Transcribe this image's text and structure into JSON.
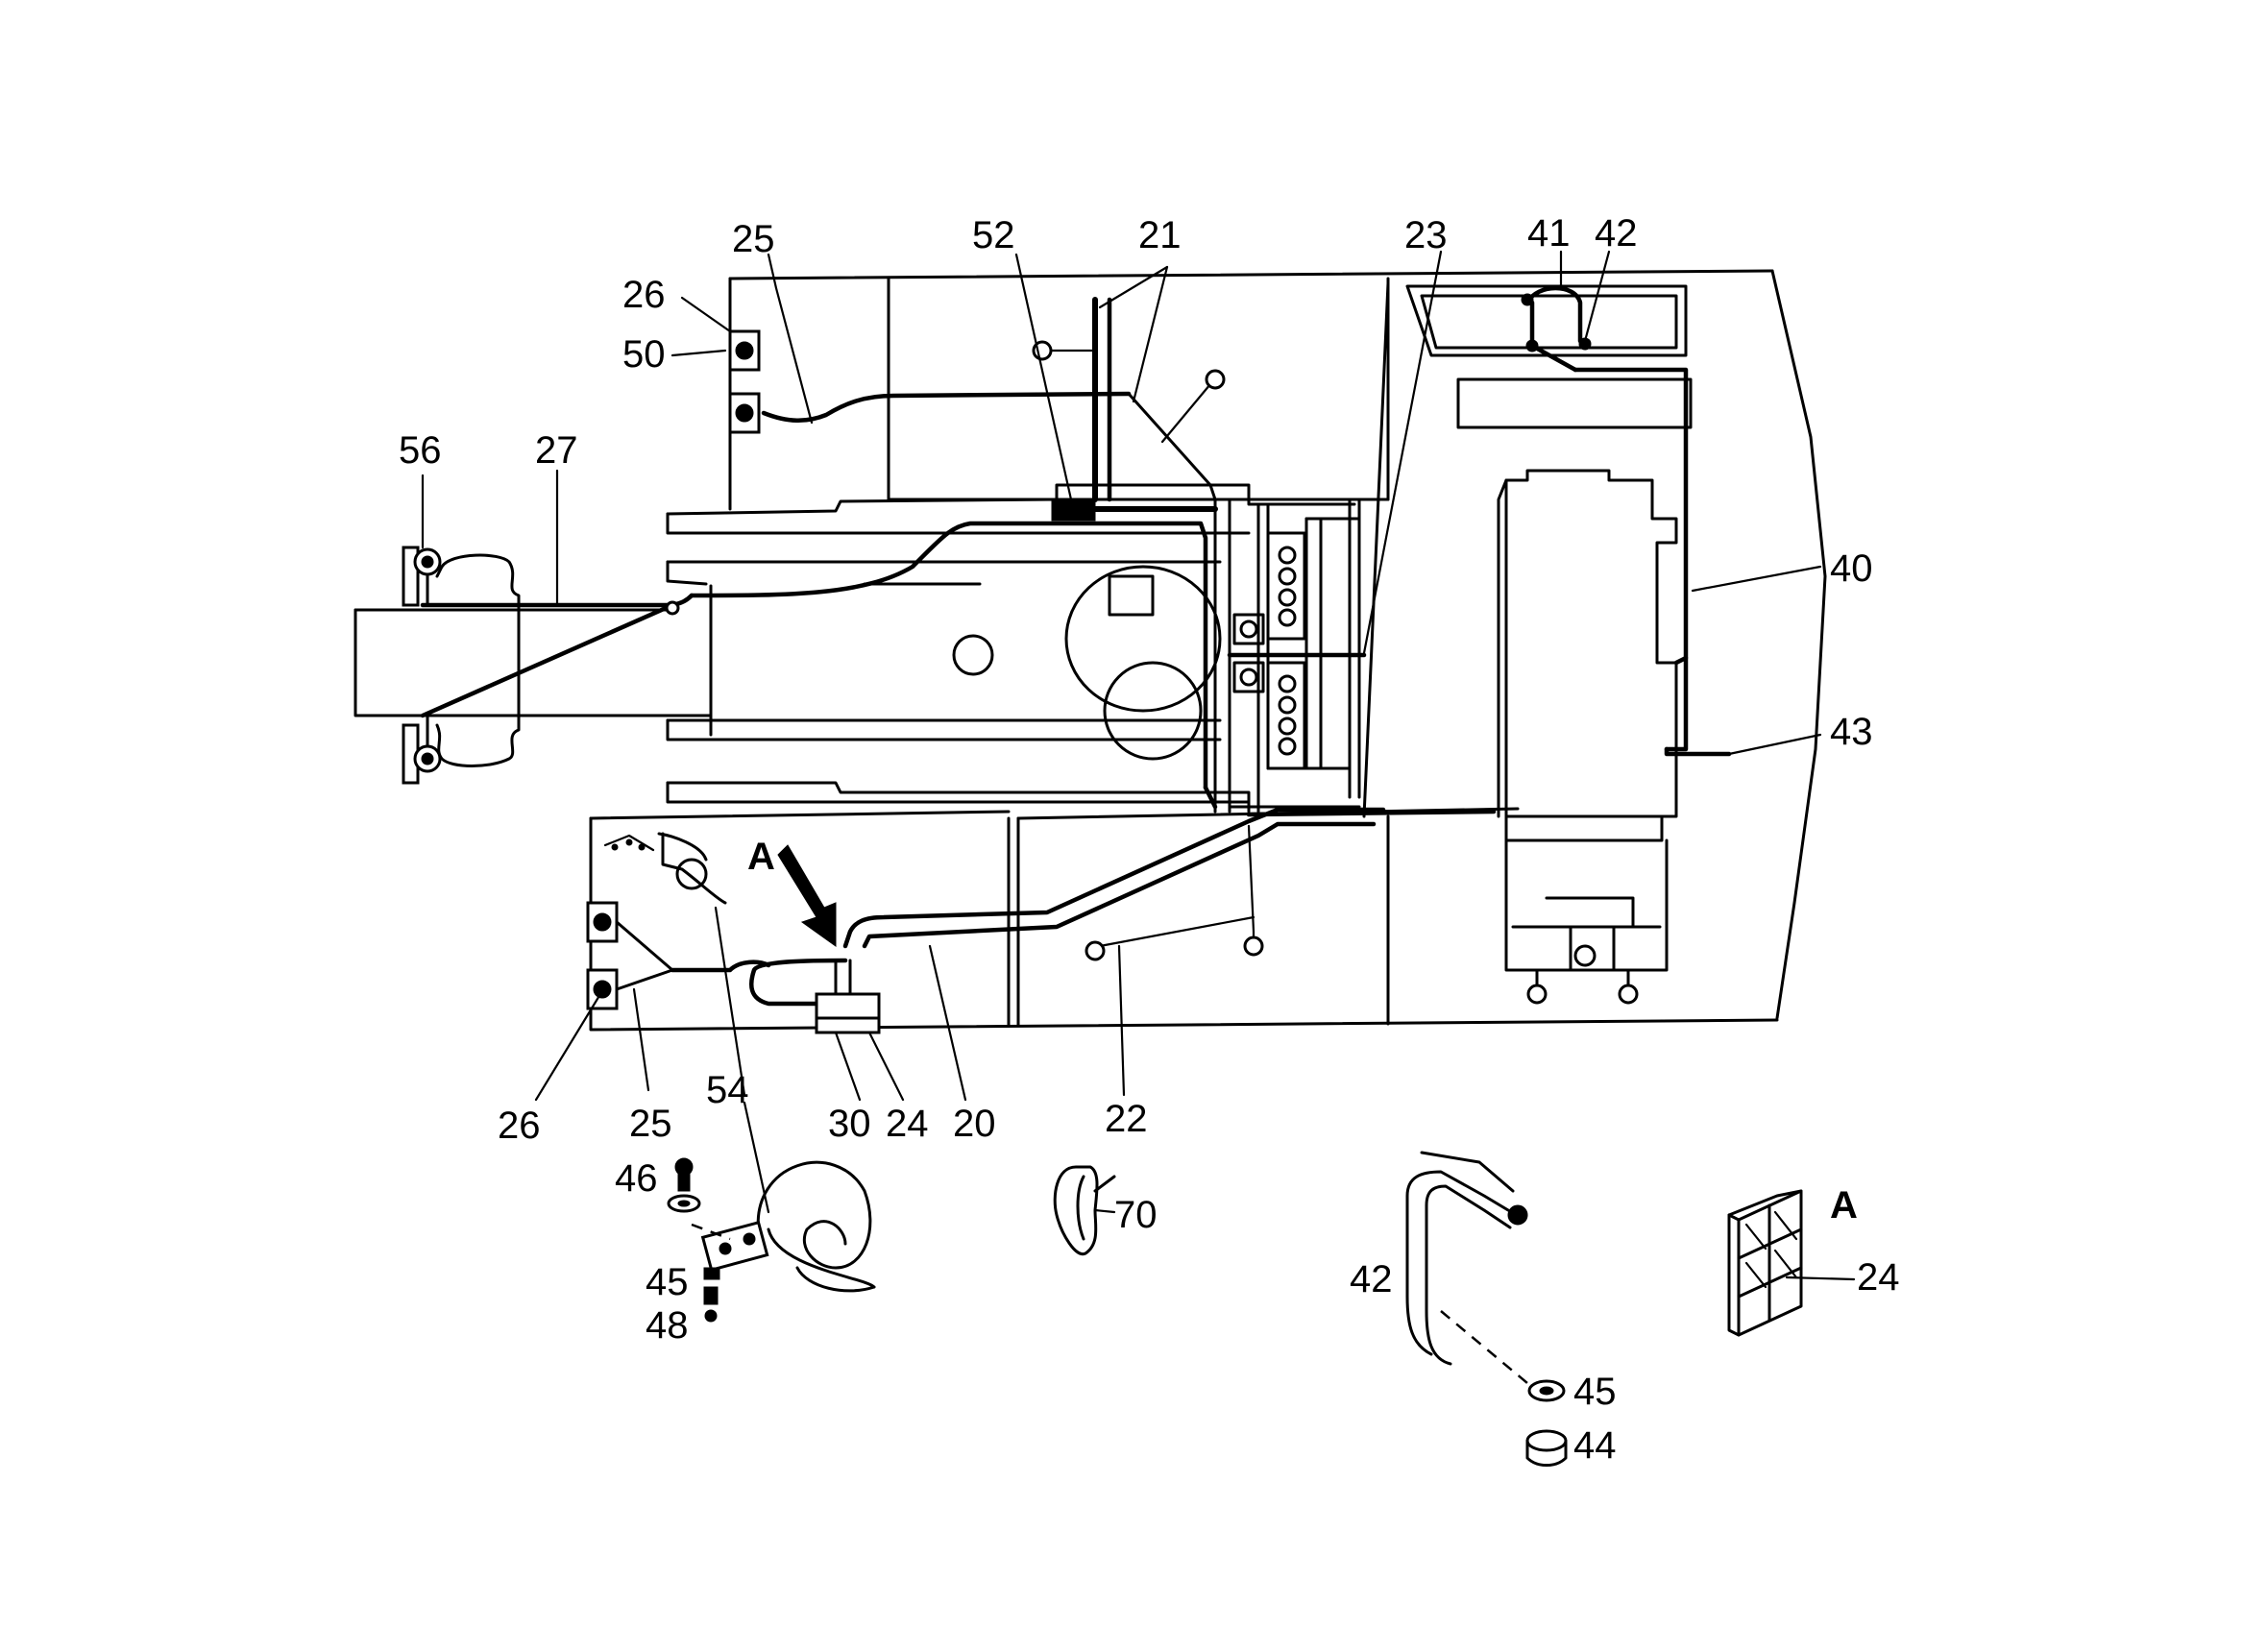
{
  "callouts": {
    "c25_top": "25",
    "c52": "52",
    "c21": "21",
    "c23": "23",
    "c41": "41",
    "c42_top": "42",
    "c26_top": "26",
    "c50": "50",
    "c56": "56",
    "c27": "27",
    "c40": "40",
    "c43": "43",
    "c26_bot": "26",
    "c25_bot": "25",
    "c54": "54",
    "c30": "30",
    "c24_bot": "24",
    "c20": "20",
    "c22": "22",
    "c46": "46",
    "c45_horn": "45",
    "c48": "48",
    "c70": "70",
    "c42_detail": "42",
    "c45_detail": "45",
    "c44": "44",
    "c24_detail": "24",
    "view_a_arrow": "A",
    "view_a_detail": "A"
  }
}
